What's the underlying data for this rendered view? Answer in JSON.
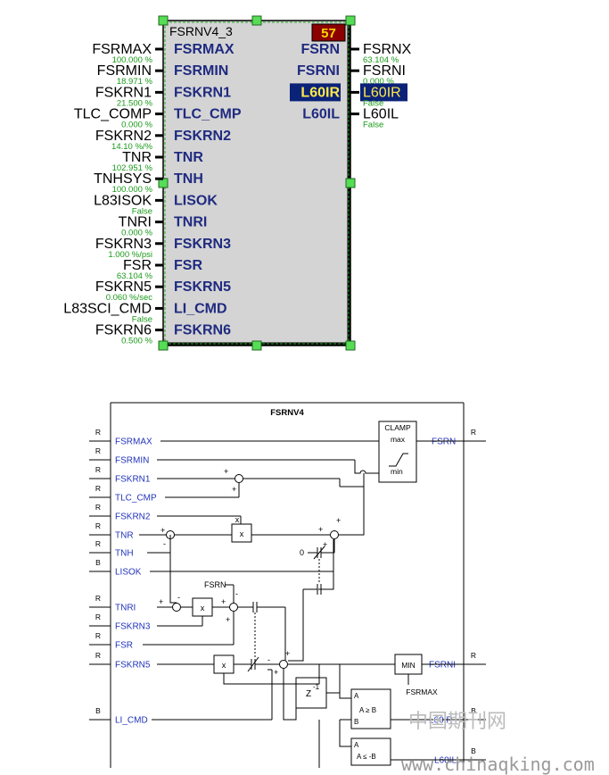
{
  "block": {
    "title": "FSRNV4_3",
    "order_badge": "57",
    "inputs": [
      {
        "ext": "FSRMAX",
        "value": "100.000 %",
        "pin": "FSRMAX"
      },
      {
        "ext": "FSRMIN",
        "value": "18.971 %",
        "pin": "FSRMIN"
      },
      {
        "ext": "FSKRN1",
        "value": "21.500 %",
        "pin": "FSKRN1"
      },
      {
        "ext": "TLC_COMP",
        "value": "0.000 %",
        "pin": "TLC_CMP"
      },
      {
        "ext": "FSKRN2",
        "value": "14.10 %/%",
        "pin": "FSKRN2"
      },
      {
        "ext": "TNR",
        "value": "102.951 %",
        "pin": "TNR"
      },
      {
        "ext": "TNHSYS",
        "value": "100.000 %",
        "pin": "TNH"
      },
      {
        "ext": "L83ISOK",
        "value": "False",
        "pin": "LISOK"
      },
      {
        "ext": "TNRI",
        "value": "0.000 %",
        "pin": "TNRI"
      },
      {
        "ext": "FSKRN3",
        "value": "1.000 %/psi",
        "pin": "FSKRN3"
      },
      {
        "ext": "FSR",
        "value": "63.104 %",
        "pin": "FSR"
      },
      {
        "ext": "FSKRN5",
        "value": "0.060 %/sec",
        "pin": "FSKRN5"
      },
      {
        "ext": "L83SCI_CMD",
        "value": "False",
        "pin": "LI_CMD"
      },
      {
        "ext": "FSKRN6",
        "value": "0.500 %",
        "pin": "FSKRN6"
      }
    ],
    "outputs": [
      {
        "pin": "FSRN",
        "ext": "FSRNX",
        "value": "63.104 %"
      },
      {
        "pin": "FSRNI",
        "ext": "FSRNI",
        "value": "0.000 %"
      },
      {
        "pin": "L60IR",
        "ext": "L60IR",
        "value": "False"
      },
      {
        "pin": "L60IL",
        "ext": "L60IL",
        "value": "False"
      }
    ]
  },
  "schematic": {
    "title": "FSRNV4",
    "inputs": [
      {
        "type": "R",
        "name": "FSRMAX"
      },
      {
        "type": "R",
        "name": "FSRMIN"
      },
      {
        "type": "R",
        "name": "FSKRN1"
      },
      {
        "type": "R",
        "name": "TLC_CMP"
      },
      {
        "type": "R",
        "name": "FSKRN2"
      },
      {
        "type": "R",
        "name": "TNR"
      },
      {
        "type": "R",
        "name": "TNH"
      },
      {
        "type": "B",
        "name": "LISOK"
      },
      {
        "type": "R",
        "name": "TNRI"
      },
      {
        "type": "R",
        "name": "FSKRN3"
      },
      {
        "type": "R",
        "name": "FSR"
      },
      {
        "type": "R",
        "name": "FSKRN5"
      },
      {
        "type": "B",
        "name": "LI_CMD"
      }
    ],
    "outputs": [
      {
        "type": "R",
        "name": "FSRN"
      },
      {
        "type": "R",
        "name": "FSRNI"
      },
      {
        "type": "B",
        "name": "L60IR"
      },
      {
        "type": "B",
        "name": "L60IL"
      }
    ],
    "clamp": {
      "title": "CLAMP",
      "max": "max",
      "min": "min"
    },
    "multiplier": "x",
    "min_block": {
      "label": "MIN",
      "ref": "FSRMAX"
    },
    "fsrn_ref": "FSRN",
    "zero_const": "0",
    "delay": {
      "label": "Z",
      "exp": "-1"
    },
    "compare_ge": {
      "a": "A",
      "op": "A ≥ B",
      "b": "B"
    },
    "compare_le": {
      "a": "A",
      "op": "A ≤ -B"
    },
    "plus": "+",
    "minus": "-"
  },
  "watermark": {
    "cn": "中国期刊网",
    "url": "www.chinaqking.com"
  }
}
